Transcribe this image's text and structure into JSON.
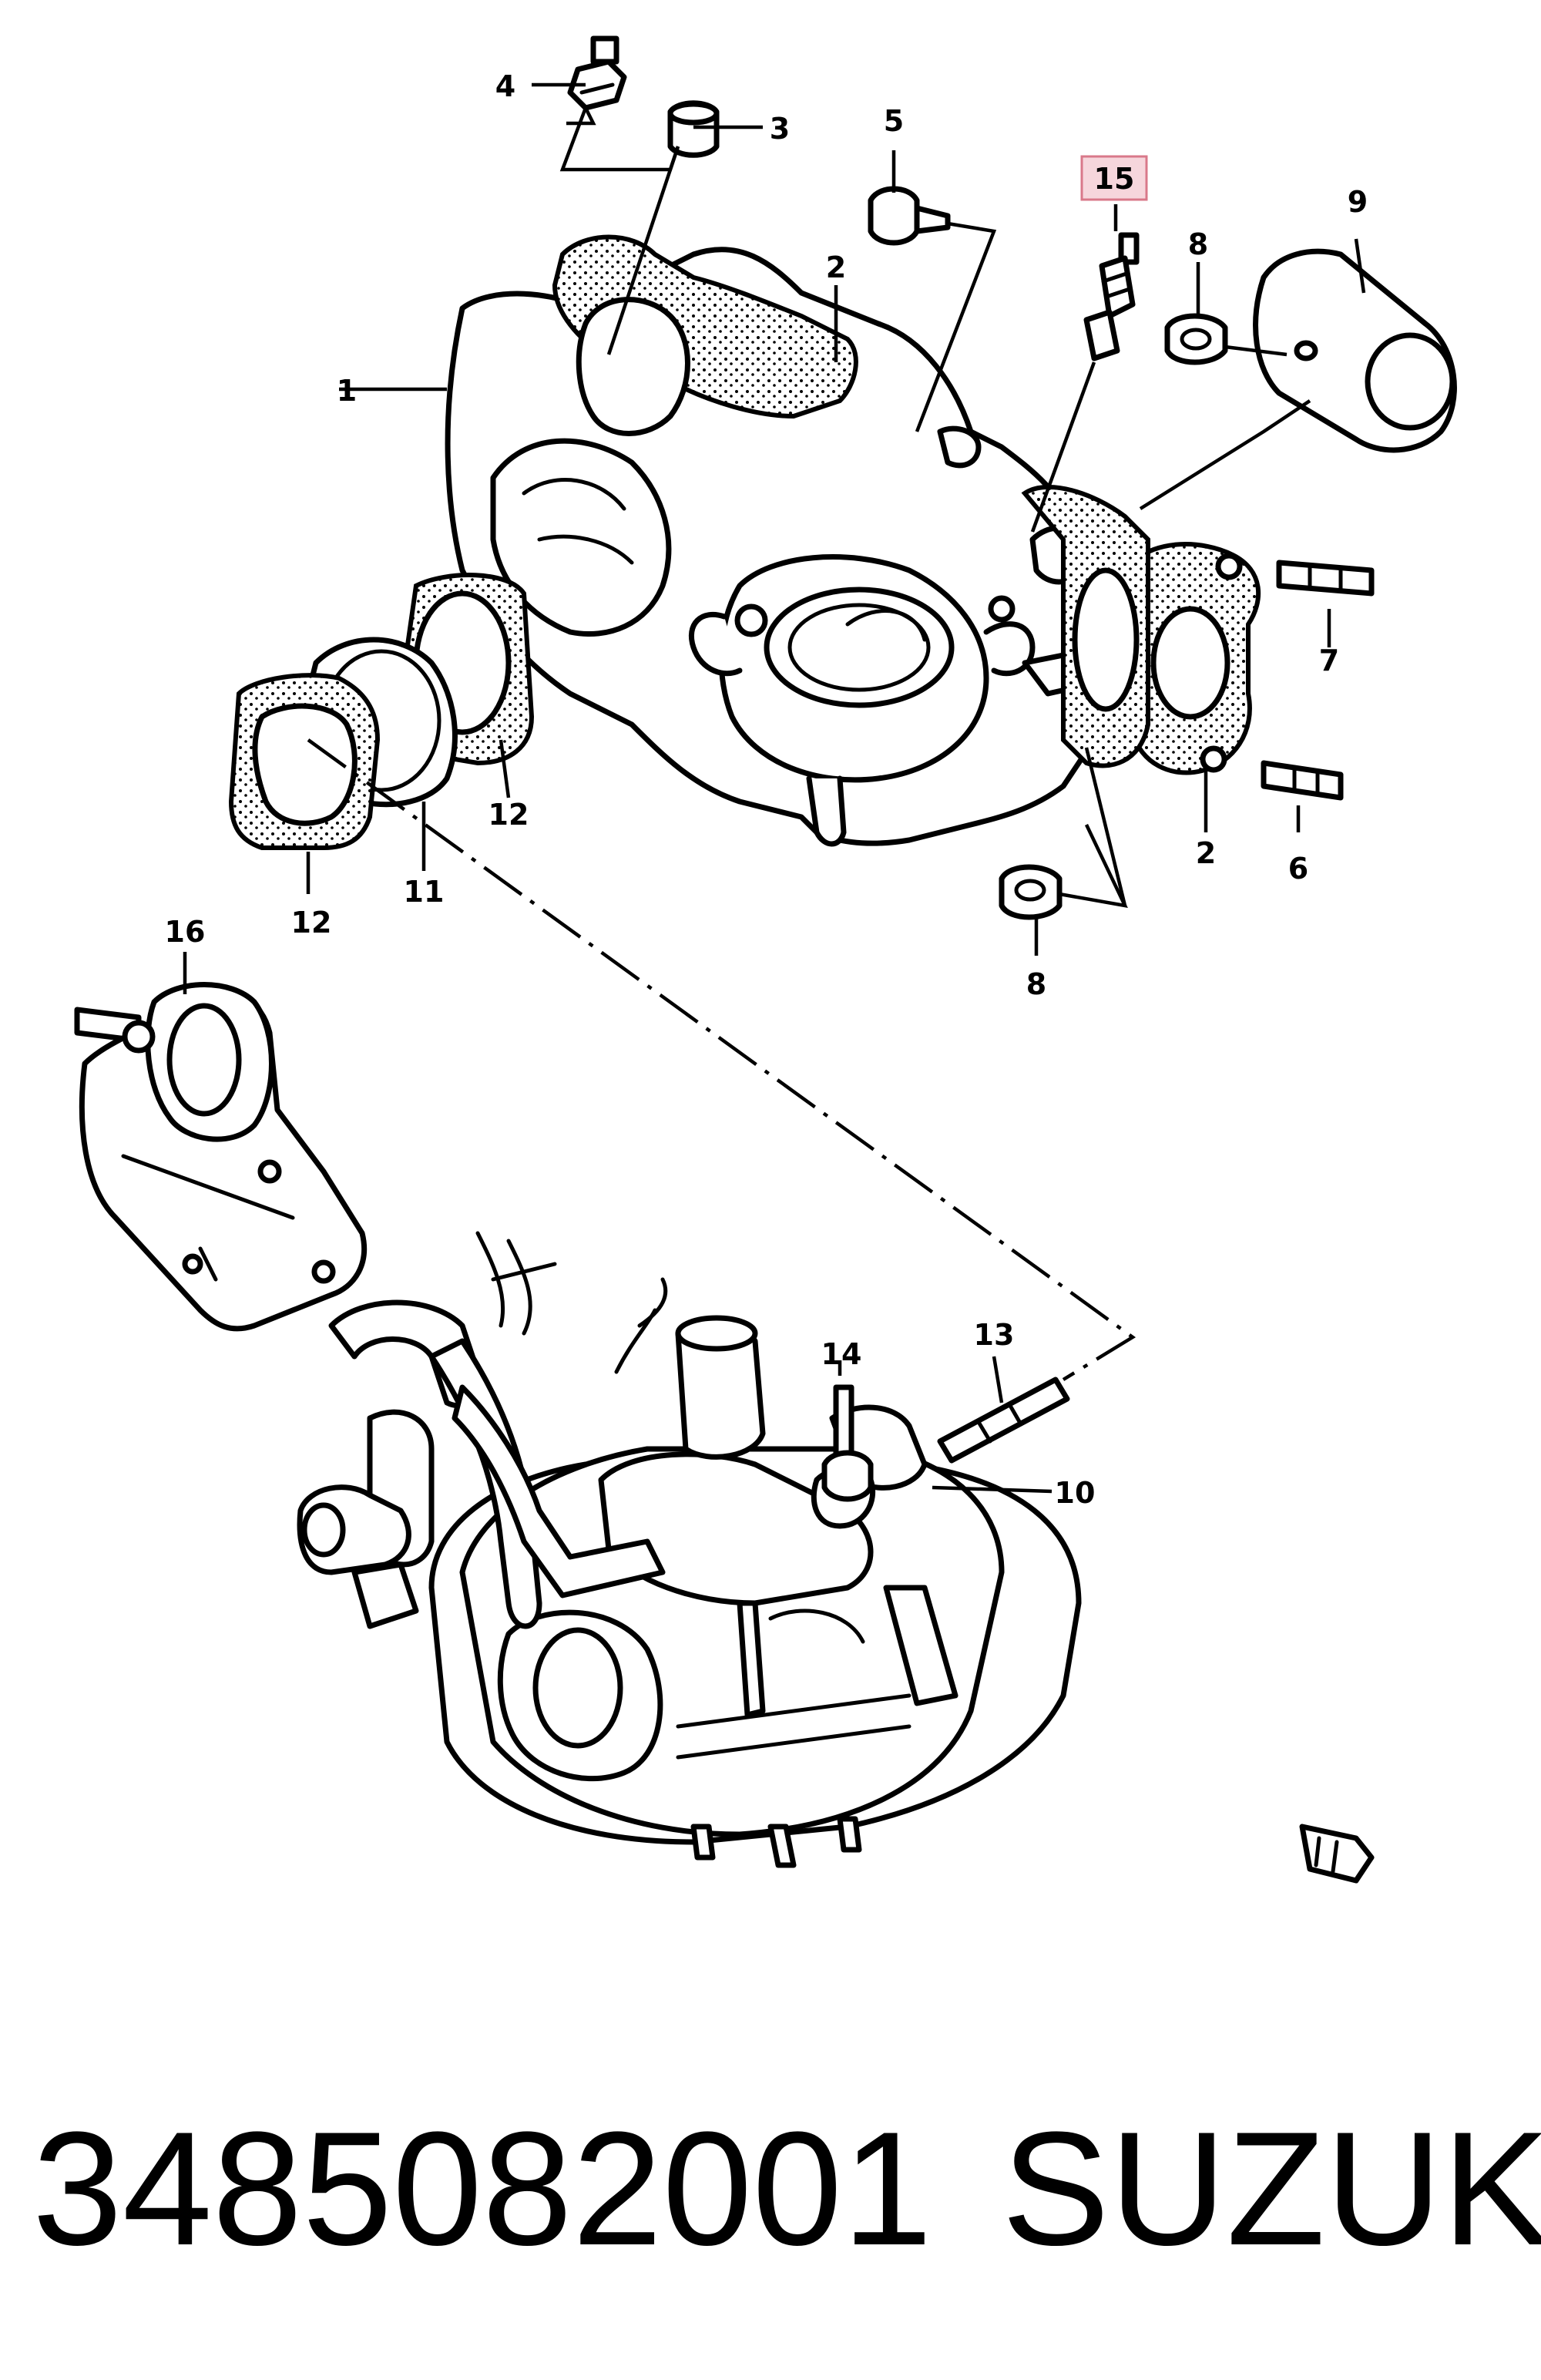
{
  "footer": {
    "part_number": "3485082001",
    "brand": "SUZUKI"
  },
  "callouts": {
    "c1": "1",
    "c2a": "2",
    "c2b": "2",
    "c3": "3",
    "c4": "4",
    "c5": "5",
    "c6": "6",
    "c7": "7",
    "c8a": "8",
    "c8b": "8",
    "c9": "9",
    "c10": "10",
    "c11": "11",
    "c12a": "12",
    "c12b": "12",
    "c13": "13",
    "c14": "14",
    "c15": "15",
    "c16": "16"
  },
  "highlighted_callout": "15",
  "colors": {
    "highlight_fill": "#f6d6dc",
    "highlight_stroke": "#d9788a",
    "line": "#000000",
    "background": "#ffffff"
  }
}
